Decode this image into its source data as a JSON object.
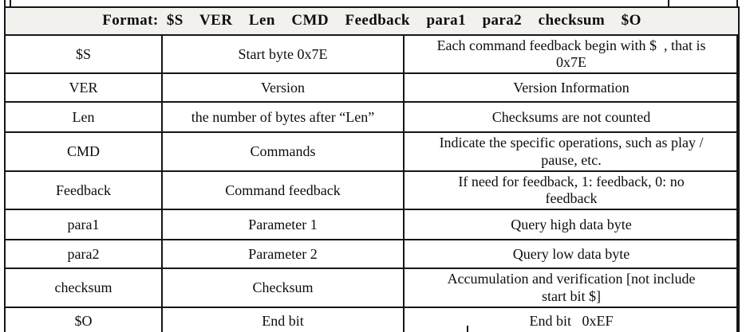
{
  "table": {
    "header": "Format:  $S    VER    Len    CMD    Feedback    para1    para2    checksum    $O",
    "rows": [
      {
        "term": "$S",
        "name": "Start byte 0x7E",
        "desc": "Each command feedback begin with $  , that is\n0x7E"
      },
      {
        "term": "VER",
        "name": "Version",
        "desc": "Version Information"
      },
      {
        "term": "Len",
        "name": "the number of bytes after “Len”",
        "desc": "Checksums are not counted"
      },
      {
        "term": "CMD",
        "name": "Commands",
        "desc": "Indicate the specific operations, such as play /\npause, etc."
      },
      {
        "term": "Feedback",
        "name": "Command feedback",
        "desc": "If need for feedback, 1: feedback, 0: no\nfeedback"
      },
      {
        "term": "para1",
        "name": "Parameter 1",
        "desc": "Query high data byte"
      },
      {
        "term": "para2",
        "name": "Parameter 2",
        "desc": "Query low data byte"
      },
      {
        "term": "checksum",
        "name": "Checksum",
        "desc": "Accumulation and verification [not include\nstart bit $]"
      },
      {
        "term": "$O",
        "name": "End bit",
        "desc": "End bit   0xEF"
      }
    ]
  }
}
